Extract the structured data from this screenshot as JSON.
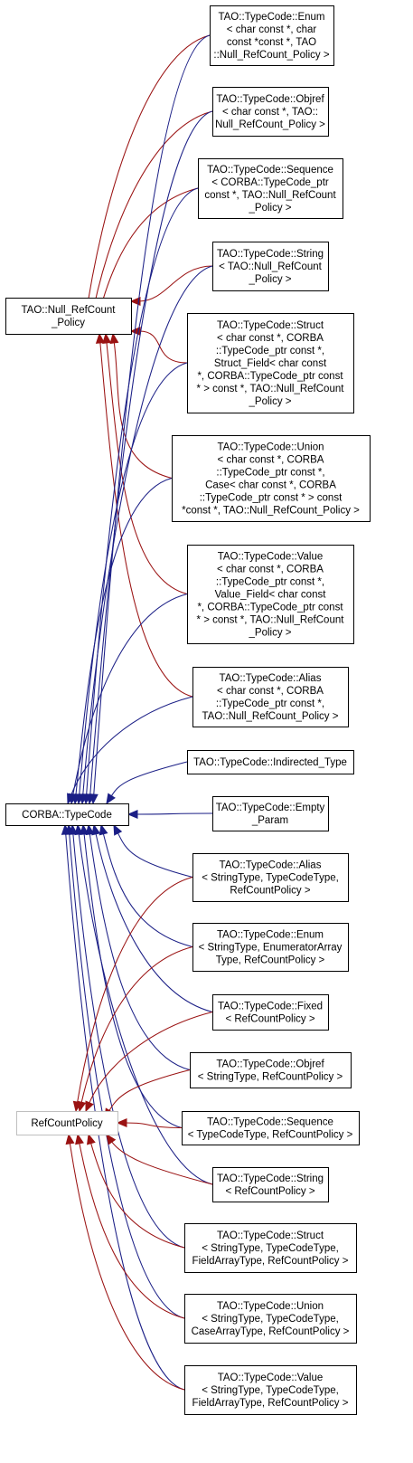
{
  "colors": {
    "null_policy_edge": "#9a1212",
    "typecode_edge": "#1b1f86",
    "refcount_edge": "#9a1212",
    "node_border": "#000000",
    "external_node_border": "#bfbfbf"
  },
  "nodes": {
    "null_policy": [
      "TAO::Null_RefCount",
      "_Policy"
    ],
    "typecode": [
      "CORBA::TypeCode"
    ],
    "refcount": [
      "RefCountPolicy"
    ],
    "enum_null": [
      "TAO::TypeCode::Enum",
      "< char const *, char",
      "const *const *, TAO",
      "::Null_RefCount_Policy >"
    ],
    "objref_null": [
      "TAO::TypeCode::Objref",
      "< char const *, TAO::",
      "Null_RefCount_Policy >"
    ],
    "sequence_null": [
      "TAO::TypeCode::Sequence",
      "< CORBA::TypeCode_ptr",
      "const *, TAO::Null_RefCount",
      "_Policy >"
    ],
    "string_null": [
      "TAO::TypeCode::String",
      "< TAO::Null_RefCount",
      "_Policy >"
    ],
    "struct_null": [
      "TAO::TypeCode::Struct",
      "< char const *, CORBA",
      "::TypeCode_ptr const *,",
      "Struct_Field< char const",
      "*, CORBA::TypeCode_ptr const",
      "* > const *, TAO::Null_RefCount",
      "_Policy >"
    ],
    "union_null": [
      "TAO::TypeCode::Union",
      "< char const *, CORBA",
      "::TypeCode_ptr const *,",
      "Case< char const *, CORBA",
      "::TypeCode_ptr const * > const",
      "*const *, TAO::Null_RefCount_Policy >"
    ],
    "value_null": [
      "TAO::TypeCode::Value",
      "< char const *, CORBA",
      "::TypeCode_ptr const *,",
      "Value_Field< char const",
      "*, CORBA::TypeCode_ptr const",
      "* > const *, TAO::Null_RefCount",
      "_Policy >"
    ],
    "alias_null": [
      "TAO::TypeCode::Alias",
      "< char const *, CORBA",
      "::TypeCode_ptr const *,",
      "TAO::Null_RefCount_Policy >"
    ],
    "indirected": [
      "TAO::TypeCode::Indirected_Type"
    ],
    "empty_param": [
      "TAO::TypeCode::Empty",
      "_Param"
    ],
    "alias_rc": [
      "TAO::TypeCode::Alias",
      "< StringType, TypeCodeType,",
      "RefCountPolicy >"
    ],
    "enum_rc": [
      "TAO::TypeCode::Enum",
      "< StringType, EnumeratorArray",
      "Type, RefCountPolicy >"
    ],
    "fixed_rc": [
      "TAO::TypeCode::Fixed",
      "< RefCountPolicy >"
    ],
    "objref_rc": [
      "TAO::TypeCode::Objref",
      "< StringType, RefCountPolicy >"
    ],
    "sequence_rc": [
      "TAO::TypeCode::Sequence",
      "< TypeCodeType, RefCountPolicy >"
    ],
    "string_rc": [
      "TAO::TypeCode::String",
      "< RefCountPolicy >"
    ],
    "struct_rc": [
      "TAO::TypeCode::Struct",
      "< StringType, TypeCodeType,",
      "FieldArrayType, RefCountPolicy >"
    ],
    "union_rc": [
      "TAO::TypeCode::Union",
      "< StringType, TypeCodeType,",
      "CaseArrayType, RefCountPolicy >"
    ],
    "value_rc": [
      "TAO::TypeCode::Value",
      "< StringType, TypeCodeType,",
      "FieldArrayType, RefCountPolicy >"
    ]
  },
  "edges": [
    {
      "from": "enum_null",
      "to": "null_policy",
      "kind": "null"
    },
    {
      "from": "objref_null",
      "to": "null_policy",
      "kind": "null"
    },
    {
      "from": "sequence_null",
      "to": "null_policy",
      "kind": "null"
    },
    {
      "from": "string_null",
      "to": "null_policy",
      "kind": "null"
    },
    {
      "from": "struct_null",
      "to": "null_policy",
      "kind": "null"
    },
    {
      "from": "union_null",
      "to": "null_policy",
      "kind": "null"
    },
    {
      "from": "value_null",
      "to": "null_policy",
      "kind": "null"
    },
    {
      "from": "alias_null",
      "to": "null_policy",
      "kind": "null"
    },
    {
      "from": "enum_null",
      "to": "typecode",
      "kind": "typecode"
    },
    {
      "from": "objref_null",
      "to": "typecode",
      "kind": "typecode"
    },
    {
      "from": "sequence_null",
      "to": "typecode",
      "kind": "typecode"
    },
    {
      "from": "string_null",
      "to": "typecode",
      "kind": "typecode"
    },
    {
      "from": "struct_null",
      "to": "typecode",
      "kind": "typecode"
    },
    {
      "from": "union_null",
      "to": "typecode",
      "kind": "typecode"
    },
    {
      "from": "value_null",
      "to": "typecode",
      "kind": "typecode"
    },
    {
      "from": "alias_null",
      "to": "typecode",
      "kind": "typecode"
    },
    {
      "from": "indirected",
      "to": "typecode",
      "kind": "typecode"
    },
    {
      "from": "empty_param",
      "to": "typecode",
      "kind": "typecode"
    },
    {
      "from": "alias_rc",
      "to": "typecode",
      "kind": "typecode"
    },
    {
      "from": "enum_rc",
      "to": "typecode",
      "kind": "typecode"
    },
    {
      "from": "fixed_rc",
      "to": "typecode",
      "kind": "typecode"
    },
    {
      "from": "objref_rc",
      "to": "typecode",
      "kind": "typecode"
    },
    {
      "from": "sequence_rc",
      "to": "typecode",
      "kind": "typecode"
    },
    {
      "from": "string_rc",
      "to": "typecode",
      "kind": "typecode"
    },
    {
      "from": "struct_rc",
      "to": "typecode",
      "kind": "typecode"
    },
    {
      "from": "union_rc",
      "to": "typecode",
      "kind": "typecode"
    },
    {
      "from": "value_rc",
      "to": "typecode",
      "kind": "typecode"
    },
    {
      "from": "alias_rc",
      "to": "refcount",
      "kind": "refcount"
    },
    {
      "from": "enum_rc",
      "to": "refcount",
      "kind": "refcount"
    },
    {
      "from": "fixed_rc",
      "to": "refcount",
      "kind": "refcount"
    },
    {
      "from": "objref_rc",
      "to": "refcount",
      "kind": "refcount"
    },
    {
      "from": "sequence_rc",
      "to": "refcount",
      "kind": "refcount"
    },
    {
      "from": "string_rc",
      "to": "refcount",
      "kind": "refcount"
    },
    {
      "from": "struct_rc",
      "to": "refcount",
      "kind": "refcount"
    },
    {
      "from": "union_rc",
      "to": "refcount",
      "kind": "refcount"
    },
    {
      "from": "value_rc",
      "to": "refcount",
      "kind": "refcount"
    }
  ]
}
